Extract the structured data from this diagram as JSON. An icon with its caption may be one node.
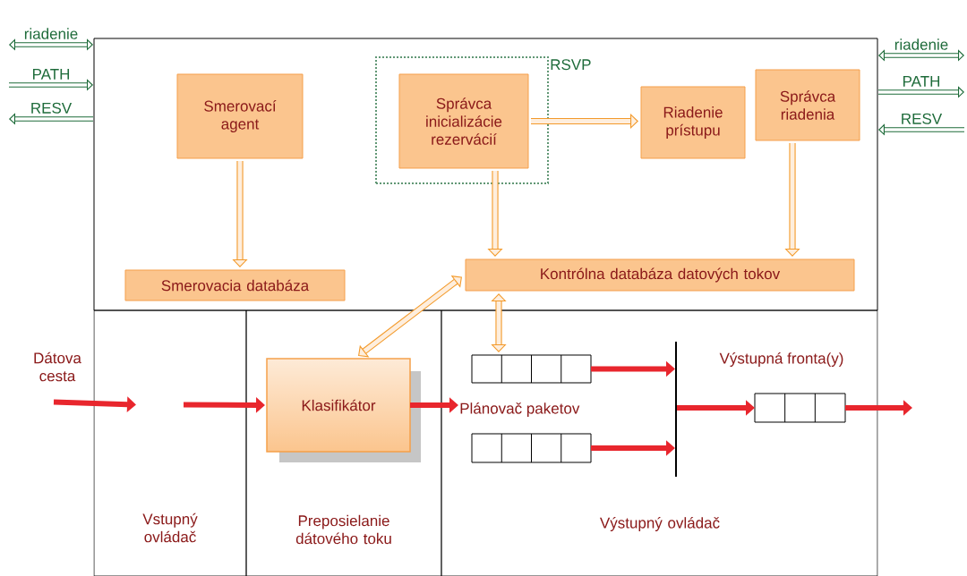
{
  "diagram": {
    "nodes": [
      {
        "text": [],
        "shape": "box"
      },
      {
        "text": [
          "Smerovací agent"
        ],
        "in": 0
      },
      {
        "text": [
          "RSVP"
        ],
        "in": 0
      },
      {
        "text": [
          "Správca inicializácie rezervácií"
        ],
        "in": 2
      },
      {
        "text": [
          "Riadenie prístupu"
        ],
        "in": 0
      },
      {
        "text": [
          "Správca riadenia"
        ],
        "in": 0
      },
      {
        "text": [
          "Smerovacia databáza"
        ],
        "in": 0
      },
      {
        "text": [
          "Kontrólna databáza datových tokov"
        ],
        "in": 0
      },
      {
        "text": [
          "Dátova cesta"
        ]
      },
      {
        "text": [
          "Vstupný ovládač"
        ]
      },
      {
        "text": [
          "Preposielanie dátového toku"
        ]
      },
      {
        "text": [
          "Klasifikátor"
        ],
        "in": 10
      },
      {
        "text": [
          "Výstupný ovládač"
        ]
      },
      {
        "text": [
          "Plánovač paketov"
        ],
        "in": 12
      },
      {
        "text": [],
        "shape": "box",
        "in": 12
      },
      {
        "text": [],
        "shape": "box",
        "in": 12
      },
      {
        "text": [],
        "shape": "bar",
        "in": 12
      },
      {
        "text": [],
        "shape": "box",
        "in": 12
      }
    ],
    "edges": [
      {
        "from": 1,
        "to": 6,
        "arrow": "to",
        "color": "#f39a2b"
      },
      {
        "from": 3,
        "to": 4,
        "arrow": "to",
        "color": "#f39a2b"
      },
      {
        "from": 3,
        "to": 7,
        "arrow": "to",
        "color": "#f39a2b"
      },
      {
        "from": 5,
        "to": 7,
        "arrow": "to",
        "color": "#f39a2b"
      },
      {
        "from": 7,
        "to": 11,
        "arrow": "both",
        "color": "#f39a2b"
      },
      {
        "from": 7,
        "to": 14,
        "arrow": "both",
        "color": "#f39a2b"
      },
      {
        "from": 8,
        "to": 9,
        "arrow": "to"
      },
      {
        "from": 9,
        "to": 11,
        "arrow": "to"
      },
      {
        "from": 11,
        "to": 13,
        "arrow": "to"
      },
      {
        "from": 14,
        "to": 16,
        "arrow": "to"
      },
      {
        "from": 15,
        "to": 16,
        "arrow": "to"
      },
      {
        "from": 16,
        "to": 17,
        "arrow": "to"
      },
      {
        "from": 17,
        "to": null,
        "arrow": "to"
      },
      {
        "from": null,
        "to": 0,
        "arrow": "both",
        "label": "riadenie",
        "color": "#1e6b3a"
      },
      {
        "from": null,
        "to": 0,
        "arrow": "to",
        "label": "PATH",
        "color": "#1e6b3a"
      },
      {
        "from": 0,
        "to": null,
        "arrow": "to",
        "label": "RESV",
        "color": "#1e6b3a"
      },
      {
        "from": 0,
        "to": null,
        "arrow": "both",
        "label": "riadenie",
        "color": "#1e6b3a"
      },
      {
        "from": 0,
        "to": null,
        "arrow": "to",
        "label": "PATH",
        "color": "#1e6b3a"
      },
      {
        "from": null,
        "to": 0,
        "arrow": "to",
        "label": "RESV",
        "color": "#1e6b3a"
      }
    ],
    "labels": [
      "Výstupná fronta(y)"
    ]
  }
}
